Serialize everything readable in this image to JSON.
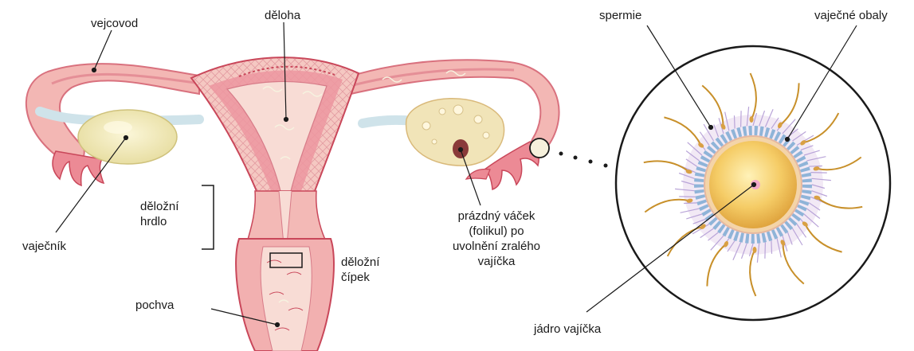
{
  "labels": {
    "vejcovod": "vejcovod",
    "deloha": "děloha",
    "vajecnik": "vaječník",
    "delozni_hrdlo": [
      "děložní",
      "hrdlo"
    ],
    "delozni_cipek": [
      "děložní",
      "čípek"
    ],
    "pochva": "pochva",
    "prazdny_vacek": [
      "prázdný váček",
      "(folikul) po",
      "uvolnění zralého",
      "vajíčka"
    ],
    "spermie": "spermie",
    "vajecne_obaly": "vaječné obaly",
    "jadro_vajicka": "jádro vajíčka"
  },
  "colors": {
    "tissue_pink": "#e9848f",
    "tissue_light": "#f6c9c4",
    "tissue_dark": "#c9475a",
    "ovary": "#efe6b4",
    "ligament": "#cfe3ea",
    "egg_yellow": "#f3c35a",
    "egg_ring": "#8fb4d8",
    "sperm": "#c8902a",
    "leader": "#1a1a1a"
  }
}
